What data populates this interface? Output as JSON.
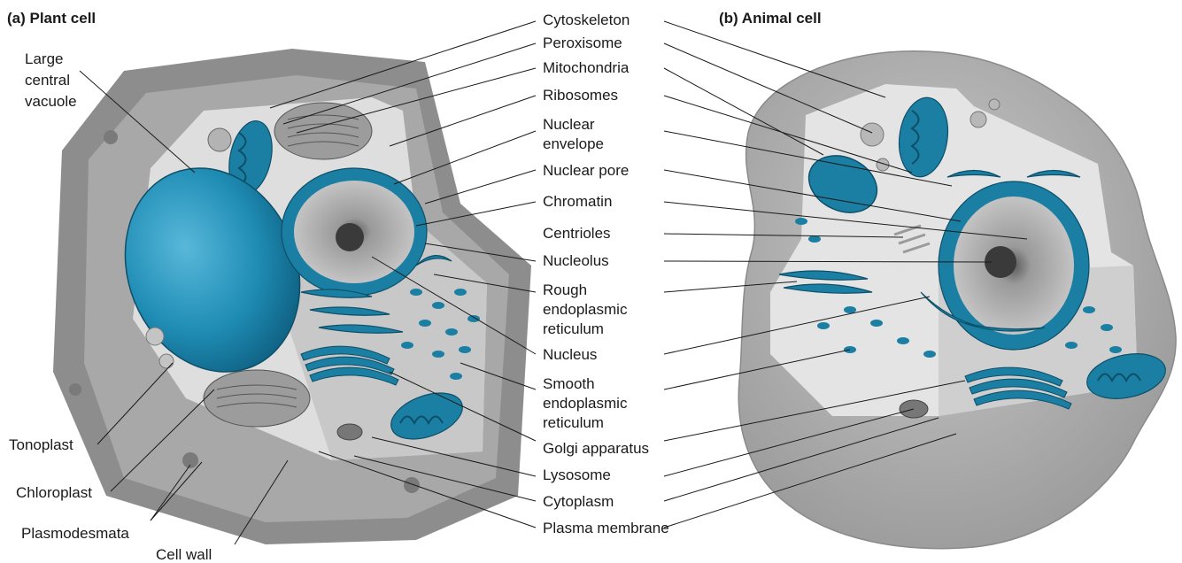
{
  "titles": {
    "plant": "(a) Plant cell",
    "animal": "(b) Animal cell"
  },
  "center_labels": [
    "Cytoskeleton",
    "Peroxisome",
    "Mitochondria",
    "Ribosomes",
    "Nuclear",
    "envelope",
    "Nuclear pore",
    "Chromatin",
    "Centrioles",
    "Nucleolus",
    "Rough",
    "endoplasmic",
    "reticulum",
    "Nucleus",
    "Smooth",
    "endoplasmic",
    "reticulum",
    "Golgi apparatus",
    "Lysosome",
    "Cytoplasm",
    "Plasma membrane"
  ],
  "plant_labels": {
    "vacuole": [
      "Large",
      "central",
      "vacuole"
    ],
    "tonoplast": "Tonoplast",
    "chloroplast": "Chloroplast",
    "plasmodesmata": "Plasmodesmata",
    "cell_wall": "Cell wall"
  },
  "colors": {
    "organelle": "#1b7fa3",
    "organelle_dark": "#0d4f68",
    "cell_wall": "#8d8d8d",
    "cytoplasm": "#dedede",
    "label": "#1a1a1a"
  }
}
